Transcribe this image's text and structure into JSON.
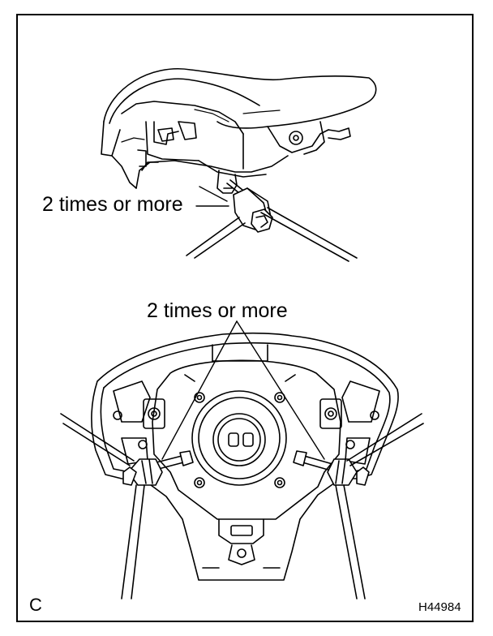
{
  "callouts": {
    "top": "2 times or more",
    "bottom": "2 times or more"
  },
  "panel_letter": "C",
  "figure_id": "H44984",
  "colors": {
    "ink": "#000000",
    "paper": "#ffffff"
  }
}
